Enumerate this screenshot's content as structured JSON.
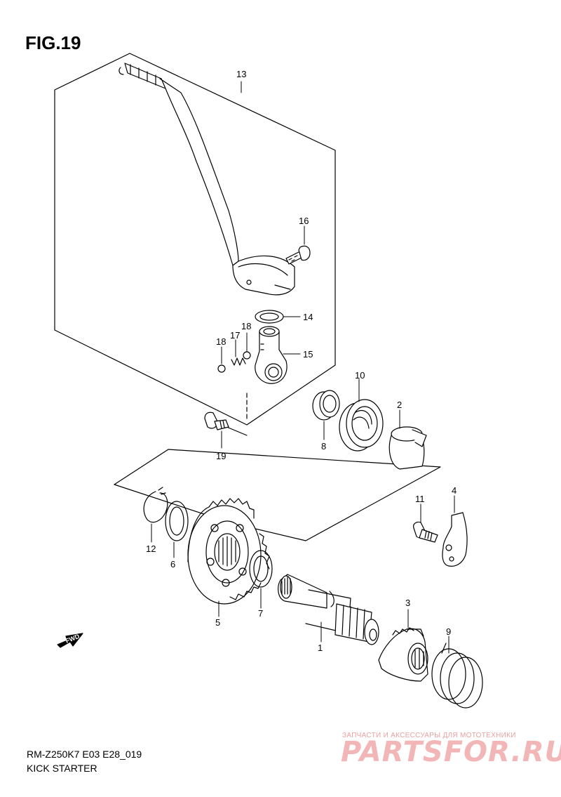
{
  "figure": {
    "title": "FIG.19",
    "model_code": "RM-Z250K7 E03 E28_019",
    "name": "KICK STARTER"
  },
  "fwd_arrow": {
    "label": "FWD"
  },
  "watermark": {
    "tagline": "ЗАПЧАСТИ И АКСЕССУАРЫ ДЛЯ МОТОТЕХНИКИ",
    "brand": "PARTSFOR.RU"
  },
  "callouts": {
    "p1": "1",
    "p2": "2",
    "p3": "3",
    "p4": "4",
    "p5": "5",
    "p6": "6",
    "p7": "7",
    "p8": "8",
    "p9": "9",
    "p10": "10",
    "p11": "11",
    "p12": "12",
    "p13": "13",
    "p14": "14",
    "p15": "15",
    "p16": "16",
    "p17": "17",
    "p18a": "18",
    "p18b": "18",
    "p19": "19"
  }
}
